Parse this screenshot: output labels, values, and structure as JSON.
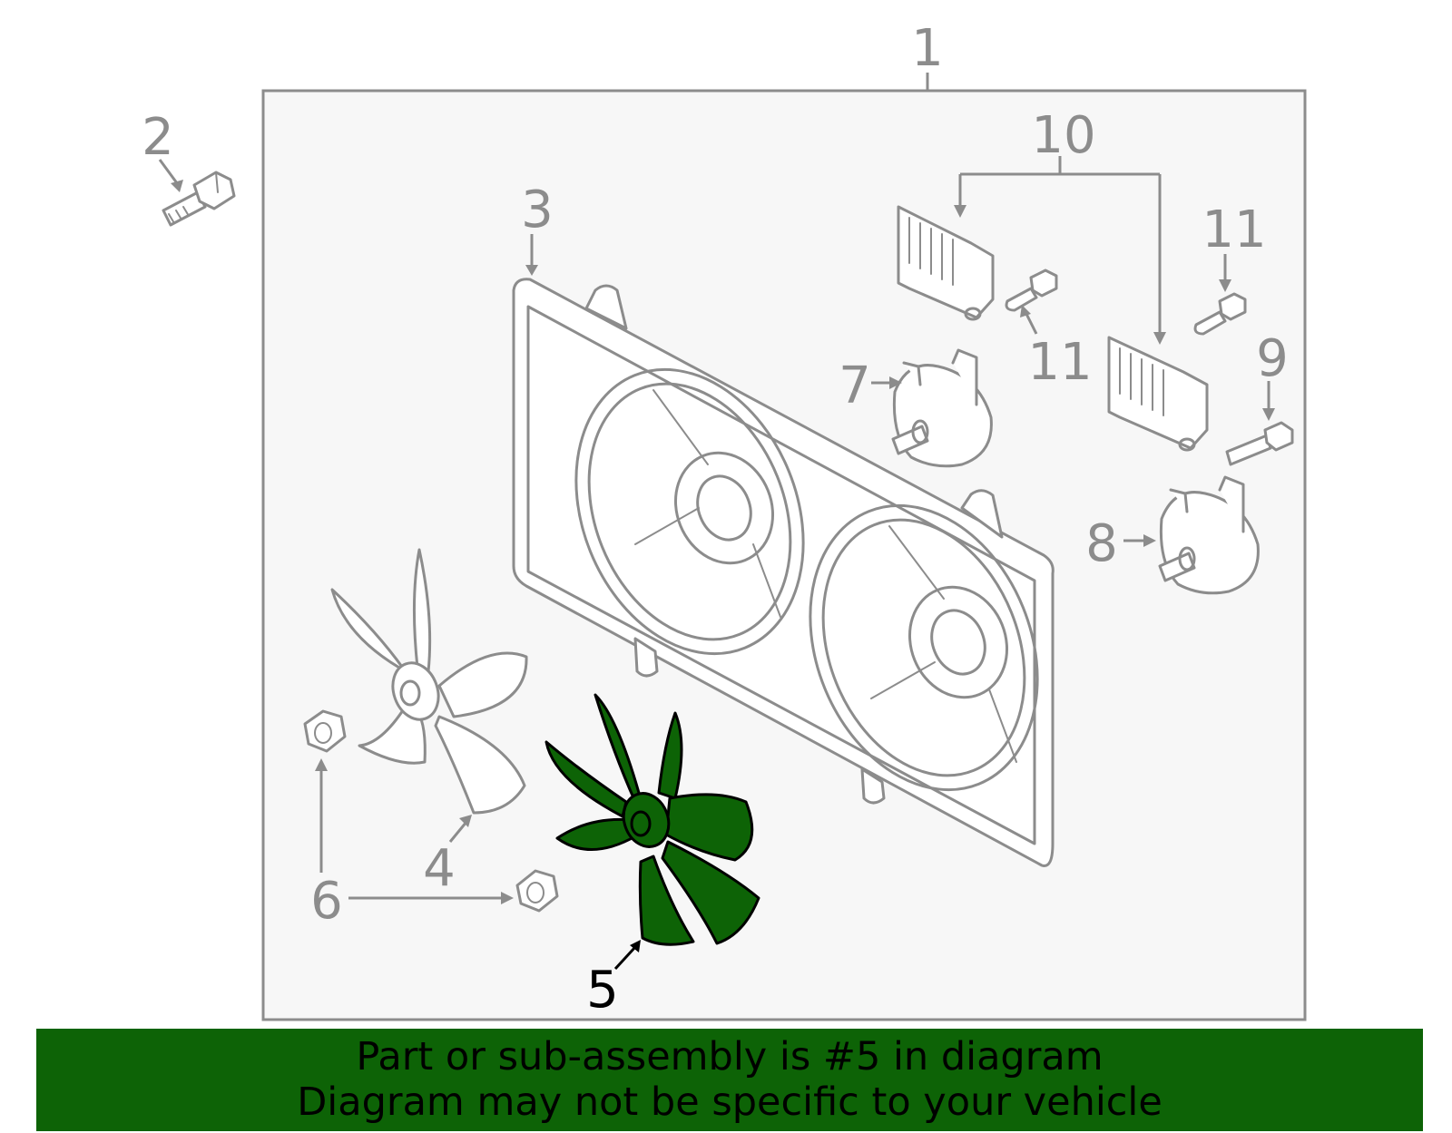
{
  "diagram": {
    "highlight_color": "#0d6306",
    "callouts": {
      "c1": "1",
      "c2": "2",
      "c3": "3",
      "c4": "4",
      "c5": "5",
      "c6": "6",
      "c7": "7",
      "c8": "8",
      "c9": "9",
      "c10": "10",
      "c11a": "11",
      "c11b": "11"
    },
    "highlighted_part": "5"
  },
  "banner": {
    "line1": "Part or sub-assembly is #5 in diagram",
    "line2": "Diagram may not be specific to your vehicle",
    "background": "#0d6306"
  }
}
